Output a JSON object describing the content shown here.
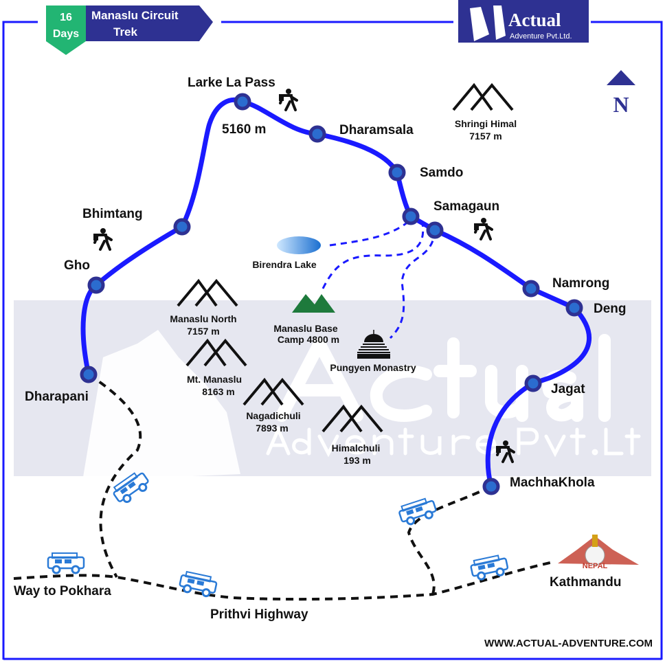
{
  "header": {
    "days_number": "16",
    "days_label": "Days",
    "title_line1": "Manaslu Circuit",
    "title_line2": "Trek"
  },
  "logo": {
    "name": "Actual",
    "subtitle": "Adventure Pvt.Ltd."
  },
  "watermark": {
    "line1": "Actual",
    "line2": "Adventure Pvt.Ltd."
  },
  "compass": {
    "label": "N"
  },
  "stops": [
    {
      "name": "Larke La Pass",
      "altitude": "5160 m"
    },
    {
      "name": "Dharamsala"
    },
    {
      "name": "Samdo"
    },
    {
      "name": "Samagaun"
    },
    {
      "name": "Namrong"
    },
    {
      "name": "Deng"
    },
    {
      "name": "Jagat"
    },
    {
      "name": "MachhaKhola"
    },
    {
      "name": "Bhimtang"
    },
    {
      "name": "Gho"
    },
    {
      "name": "Dharapani"
    }
  ],
  "peaks": [
    {
      "name": "Shringi Himal",
      "altitude": "7157 m"
    },
    {
      "name": "Manaslu North",
      "altitude": "7157 m"
    },
    {
      "name": "Mt. Manaslu",
      "altitude": "8163 m"
    },
    {
      "name": "Nagadichuli",
      "altitude": "7893 m"
    },
    {
      "name": "Himalchuli",
      "altitude": "193 m"
    }
  ],
  "landmarks": {
    "lake": "Birendra Lake",
    "base_camp_line1": "Manaslu Base",
    "base_camp_line2": "Camp 4800 m",
    "monastery": "Pungyen Monastry",
    "kathmandu": "Kathmandu",
    "nepal_badge": "NEPAL",
    "pokhara": "Way to Pokhara",
    "highway": "Prithvi Highway"
  },
  "footer": {
    "website": "WWW.ACTUAL-ADVENTURE.COM"
  },
  "colors": {
    "route": "#1a1aff",
    "node": "#2b3a9c",
    "header": "#2e3192",
    "green": "#22b573",
    "band": "#e6e7f0"
  }
}
